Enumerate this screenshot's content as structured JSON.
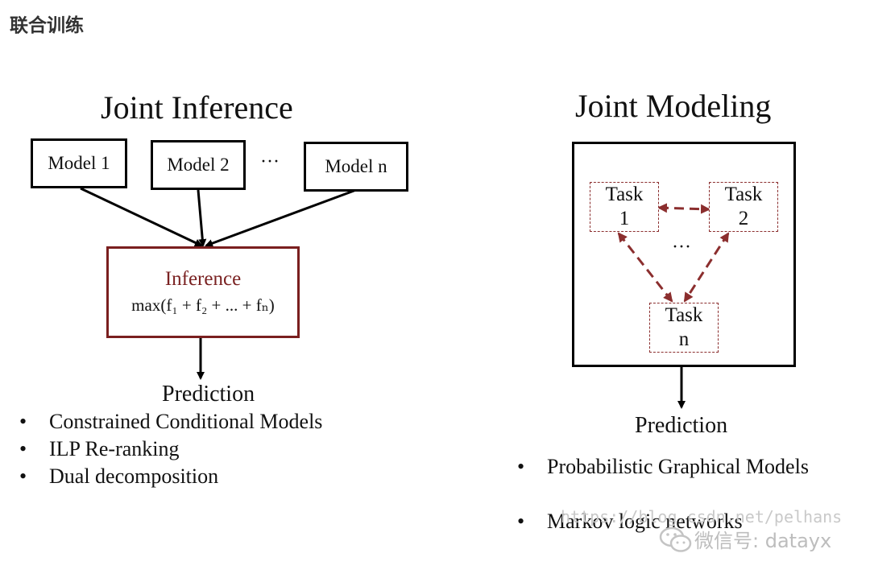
{
  "heading": "联合训练",
  "left": {
    "title": "Joint Inference",
    "models": [
      "Model 1",
      "Model 2",
      "Model n"
    ],
    "ellipsis": "···",
    "inference_label": "Inference",
    "inference_formula": "max(f₁ + f₂ + ... + fₙ)",
    "prediction": "Prediction",
    "bullets": [
      "Constrained Conditional Models",
      "ILP Re-ranking",
      "Dual decomposition"
    ]
  },
  "right": {
    "title": "Joint Modeling",
    "tasks": [
      {
        "line1": "Task",
        "line2": "1"
      },
      {
        "line1": "Task",
        "line2": "2"
      },
      {
        "line1": "Task",
        "line2": "n"
      }
    ],
    "ellipsis": "···",
    "prediction": "Prediction",
    "bullets": [
      "Probabilistic Graphical Models",
      "Markov logic networks"
    ]
  },
  "watermark": {
    "url": "https://blog.csdn.net/pelhans",
    "brand": "微信号: datayx"
  },
  "colors": {
    "accent": "#7a2222",
    "dashed_arrow": "#8b2e2e"
  }
}
